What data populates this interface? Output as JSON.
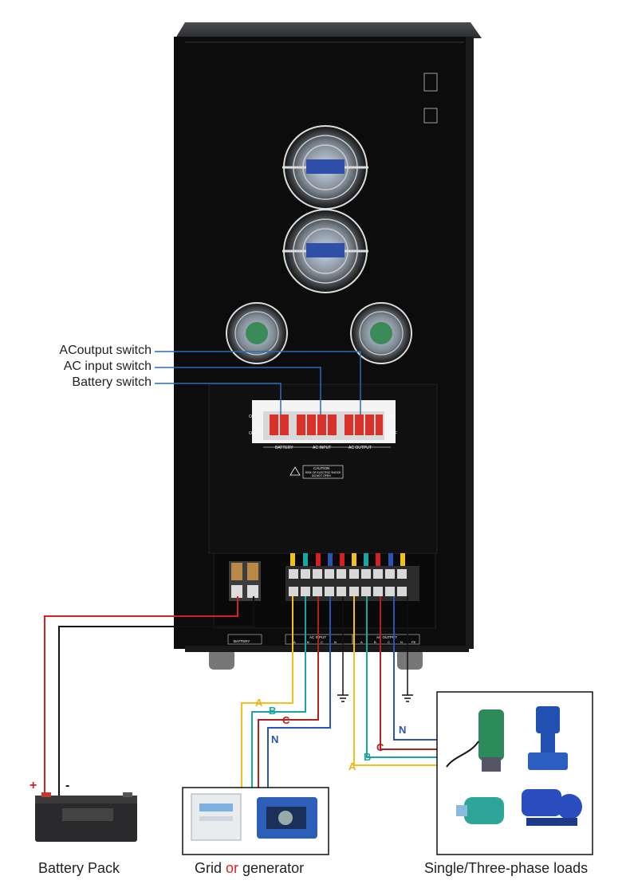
{
  "callouts": {
    "ac_output_switch": "ACoutput switch",
    "ac_input_switch": "AC input switch",
    "battery_switch": "Battery switch"
  },
  "panel": {
    "on": "ON",
    "off": "OFF",
    "battery": "BATTERY",
    "ac_input": "AC INPUT",
    "ac_output": "AC OUTPUT",
    "caution": "CAUTION",
    "caution_line1": "RISK OF ELECTRIC SHOCK",
    "caution_line2": "DO NOT OPEN",
    "battery_label": "BATTERY",
    "ac_input_strip": "AC INPUT",
    "ac_output_strip": "AC OUTPUT"
  },
  "terminals": {
    "input": [
      "A",
      "B",
      "C",
      "N"
    ],
    "output": [
      "A",
      "B",
      "C",
      "N"
    ],
    "pe": "PE"
  },
  "wires": {
    "a": "A",
    "b": "B",
    "c": "C",
    "n": "N",
    "plus": "+",
    "minus": "-"
  },
  "colors": {
    "red": "#d42020",
    "black": "#111111",
    "yellow": "#f2c21b",
    "teal": "#1aa6a0",
    "darkred": "#b3201d",
    "blue": "#2b52b5",
    "callout_line": "#2a6db5"
  },
  "captions": {
    "battery_pack": "Battery Pack",
    "grid_prefix": "Grid ",
    "grid_or": "or",
    "grid_suffix": " generator",
    "loads": "Single/Three-phase loads"
  }
}
